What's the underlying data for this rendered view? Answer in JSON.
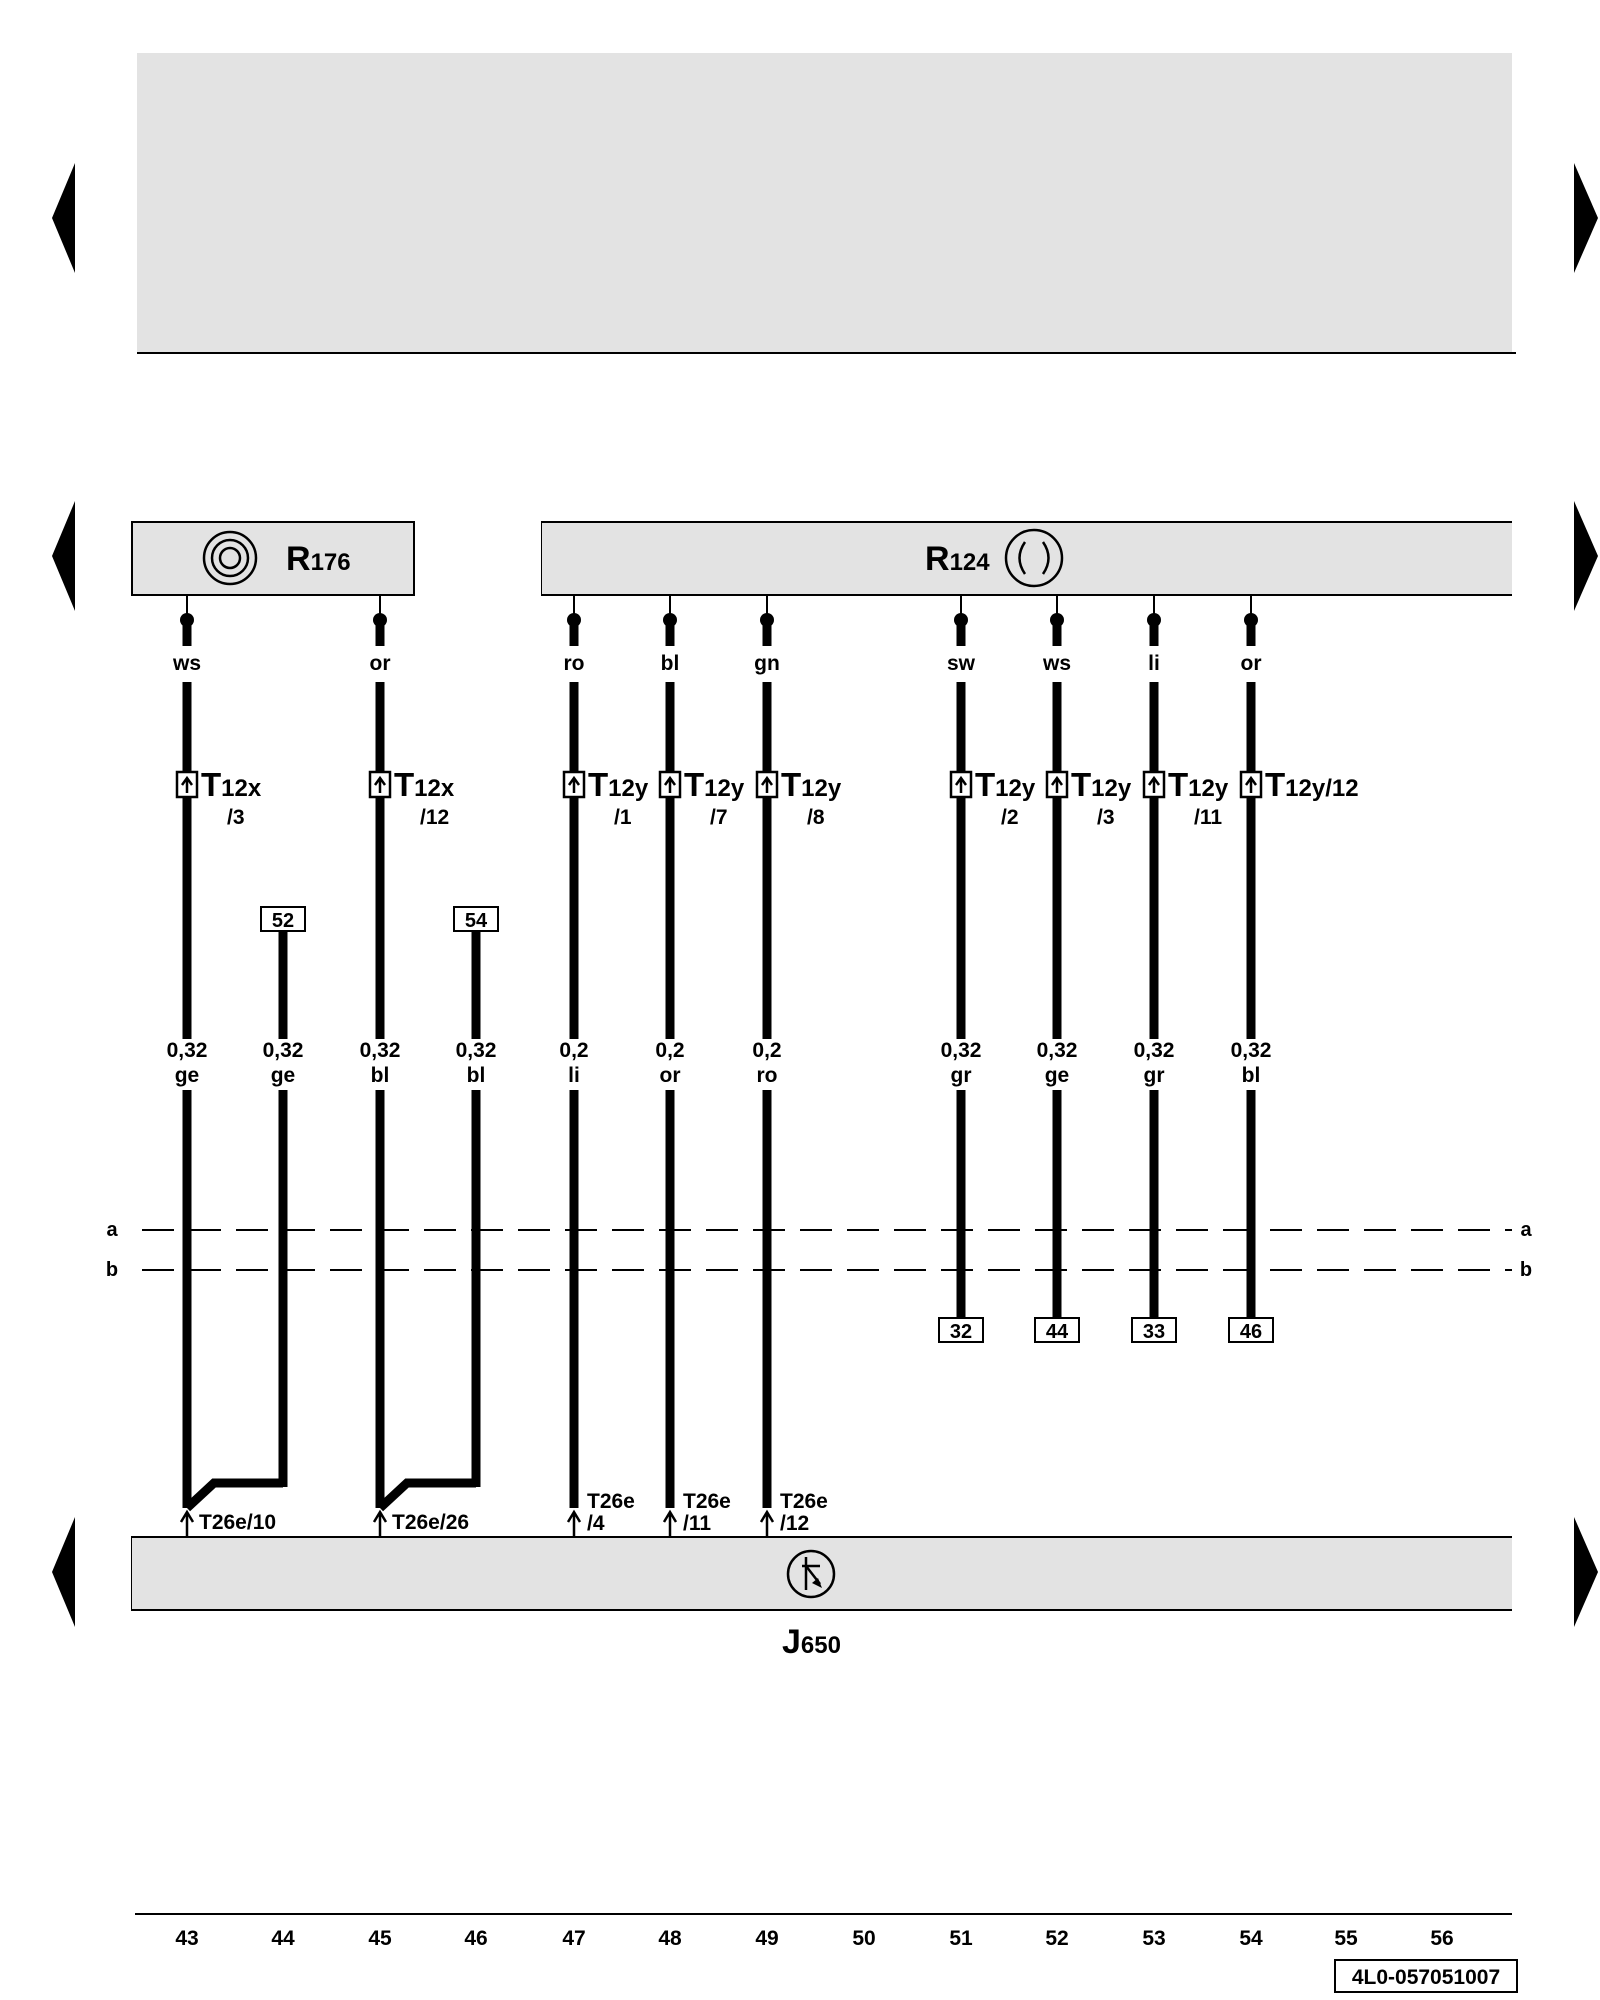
{
  "components": {
    "R176": {
      "letter": "R",
      "number": "176"
    },
    "R124": {
      "letter": "R",
      "number": "124"
    },
    "J650": {
      "letter": "J",
      "number": "650"
    }
  },
  "lines": {
    "a": "a",
    "b": "b"
  },
  "wires": [
    {
      "top_color": "ws",
      "conn": "T12x",
      "conn_sub": "/3",
      "gauge": "0,32",
      "color": "ge",
      "bottom": "T26e/10",
      "bottom_sub": ""
    },
    {
      "ref": "52",
      "gauge": "0,32",
      "color": "ge"
    },
    {
      "top_color": "or",
      "conn": "T12x",
      "conn_sub": "/12",
      "gauge": "0,32",
      "color": "bl",
      "bottom": "T26e/26",
      "bottom_sub": ""
    },
    {
      "ref": "54",
      "gauge": "0,32",
      "color": "bl"
    },
    {
      "top_color": "ro",
      "conn": "T12y",
      "conn_sub": "/1",
      "gauge": "0,2",
      "color": "li",
      "bottom": "T26e",
      "bottom_sub": "/4"
    },
    {
      "top_color": "bl",
      "conn": "T12y",
      "conn_sub": "/7",
      "gauge": "0,2",
      "color": "or",
      "bottom": "T26e",
      "bottom_sub": "/11"
    },
    {
      "top_color": "gn",
      "conn": "T12y",
      "conn_sub": "/8",
      "gauge": "0,2",
      "color": "ro",
      "bottom": "T26e",
      "bottom_sub": "/12"
    },
    {
      "top_color": "sw",
      "conn": "T12y",
      "conn_sub": "/2",
      "gauge": "0,32",
      "color": "gr",
      "ref": "32"
    },
    {
      "top_color": "ws",
      "conn": "T12y",
      "conn_sub": "/3",
      "gauge": "0,32",
      "color": "ge",
      "ref": "44"
    },
    {
      "top_color": "li",
      "conn": "T12y",
      "conn_sub": "/11",
      "gauge": "0,32",
      "color": "gr",
      "ref": "33"
    },
    {
      "top_color": "or",
      "conn": "T12y/12",
      "conn_sub": "",
      "gauge": "0,32",
      "color": "bl",
      "ref": "46"
    }
  ],
  "scale": [
    "43",
    "44",
    "45",
    "46",
    "47",
    "48",
    "49",
    "50",
    "51",
    "52",
    "53",
    "54",
    "55",
    "56"
  ],
  "doc_code": "4L0-057051007"
}
